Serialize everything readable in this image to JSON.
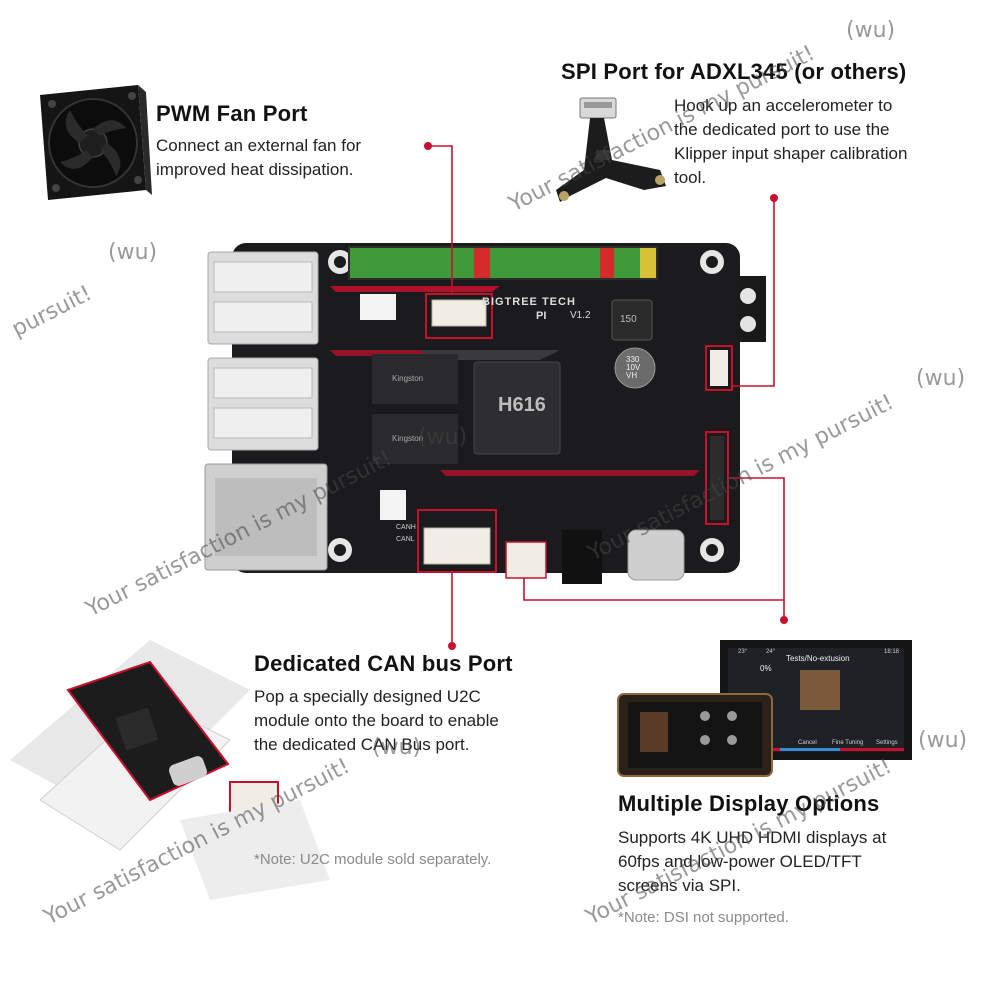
{
  "features": {
    "fan": {
      "title": "PWM Fan Port",
      "desc_line1": "Connect an external fan for",
      "desc_line2": "improved heat dissipation."
    },
    "spi": {
      "title": "SPI Port for ADXL345 (or others)",
      "desc_line1": "Hook up an accelerometer to",
      "desc_line2": "the dedicated port to use the",
      "desc_line3": "Klipper input shaper calibration",
      "desc_line4": "tool."
    },
    "can": {
      "title": "Dedicated CAN bus Port",
      "desc_line1": "Pop a specially designed U2C",
      "desc_line2": "module onto the board to enable",
      "desc_line3": "the dedicated CAN Bus port.",
      "note": "*Note: U2C module sold separately."
    },
    "display": {
      "title": "Multiple Display Options",
      "desc_line1": "Supports 4K UHD HDMI displays at",
      "desc_line2": "60fps and low-power OLED/TFT",
      "desc_line3": "screens via SPI.",
      "note": "*Note: DSI not supported."
    }
  },
  "board": {
    "brand": "BIGTREE TECH",
    "model": "PI",
    "version": "V1.2",
    "chip": "H616",
    "inductor": "150",
    "cap_line1": "330",
    "cap_line2": "10V",
    "cap_line3": "VH",
    "ram_label": "Kingston",
    "can_h": "CANH",
    "can_l": "CANL",
    "screen_header": "Tests/No-extusion",
    "screen_pct": "0%",
    "screen_temp1": "23°",
    "screen_temp2": "24°",
    "screen_time": "18:18",
    "screen_cancel": "Cancel",
    "screen_tune": "Fine Tuning",
    "screen_settings": "Settings"
  },
  "watermarks": {
    "main": "Your satisfaction is my pursuit!",
    "tag": "(wu)",
    "short": "pursuit!"
  },
  "colors": {
    "accent": "#c8102e",
    "board": "#1b1b1d",
    "header_green": "#3f9a3a",
    "header_red": "#d42b2b"
  }
}
